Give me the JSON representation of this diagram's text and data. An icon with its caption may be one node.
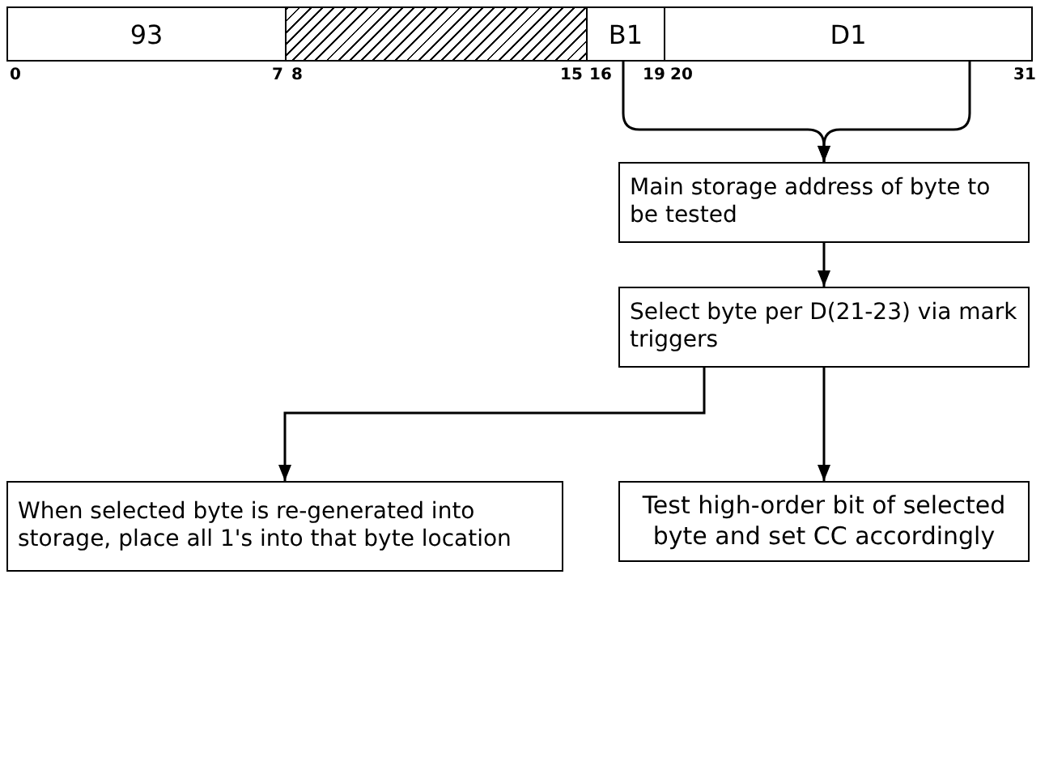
{
  "diagram": {
    "nodes": [
      {
        "text": [
          "93"
        ]
      },
      {
        "text": [],
        "shape": "box"
      },
      {
        "text": [
          "B1"
        ]
      },
      {
        "text": [
          "D1"
        ]
      },
      {
        "text": [
          "Main storage address of byte to be tested"
        ]
      },
      {
        "text": [
          "Select byte per D(21-23) via mark triggers"
        ]
      },
      {
        "text": [
          "When selected byte is re-generated into storage, place all 1's into that byte location"
        ]
      },
      {
        "text": [
          "Test high-order bit of selected byte and set CC accordingly"
        ]
      }
    ],
    "edges": [
      {
        "from": 2,
        "to": 4,
        "arrow": "to"
      },
      {
        "from": 3,
        "to": 4,
        "arrow": "to"
      },
      {
        "from": 4,
        "to": 5,
        "arrow": "to"
      },
      {
        "from": 5,
        "to": 6,
        "arrow": "to"
      },
      {
        "from": 5,
        "to": 7,
        "arrow": "to"
      }
    ],
    "labels": [
      "0",
      "7",
      "8",
      "15",
      "16",
      "19",
      "20",
      "31"
    ]
  }
}
